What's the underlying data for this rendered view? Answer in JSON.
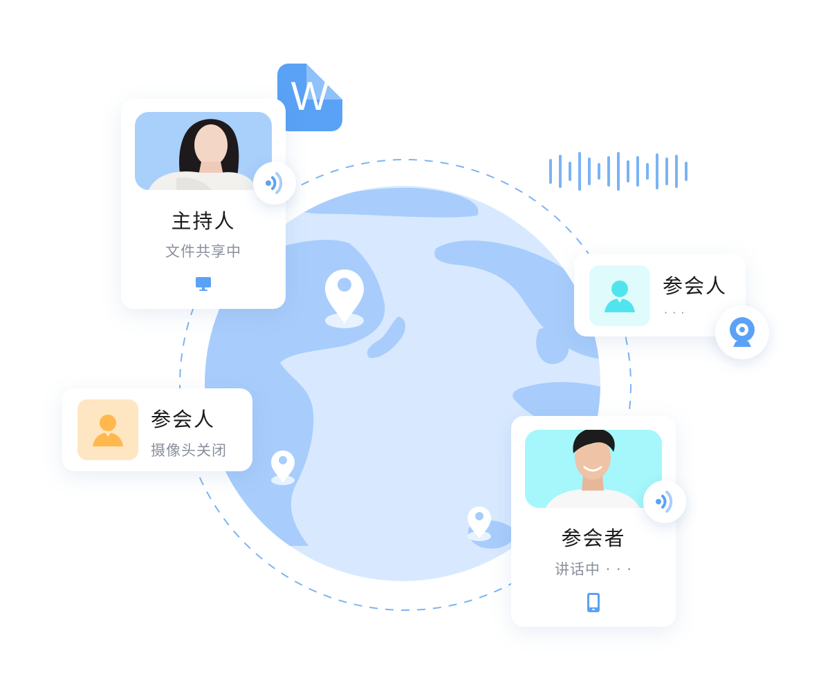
{
  "host": {
    "name": "主持人",
    "status": "文件共享中",
    "device_icon": "monitor-icon",
    "audio_icon": "speaking-icon"
  },
  "participant_top_right": {
    "name": "参会人",
    "status": "· · ·",
    "device_icon": "webcam-icon"
  },
  "participant_left": {
    "name": "参会人",
    "status": "摄像头关闭"
  },
  "attendee": {
    "name": "参会者",
    "status": "讲话中 · · ·",
    "device_icon": "phone-icon",
    "audio_icon": "speaking-icon"
  },
  "document_badge": {
    "letter": "W",
    "icon": "word-document-icon"
  },
  "colors": {
    "globe_ocean": "#d8e9ff",
    "globe_land": "#a8cdfc",
    "accent_blue": "#5aa2f5",
    "host_bg": "#a9cffb",
    "attendee_bg": "#a5f7fb",
    "cyan_avatar_bg": "#e0fbfb",
    "cyan_avatar": "#52e4ee",
    "orange_avatar_bg": "#ffe6c2",
    "orange_avatar": "#ffb84d",
    "name_text": "#1a1a1a",
    "status_text": "#8a8f9c"
  }
}
